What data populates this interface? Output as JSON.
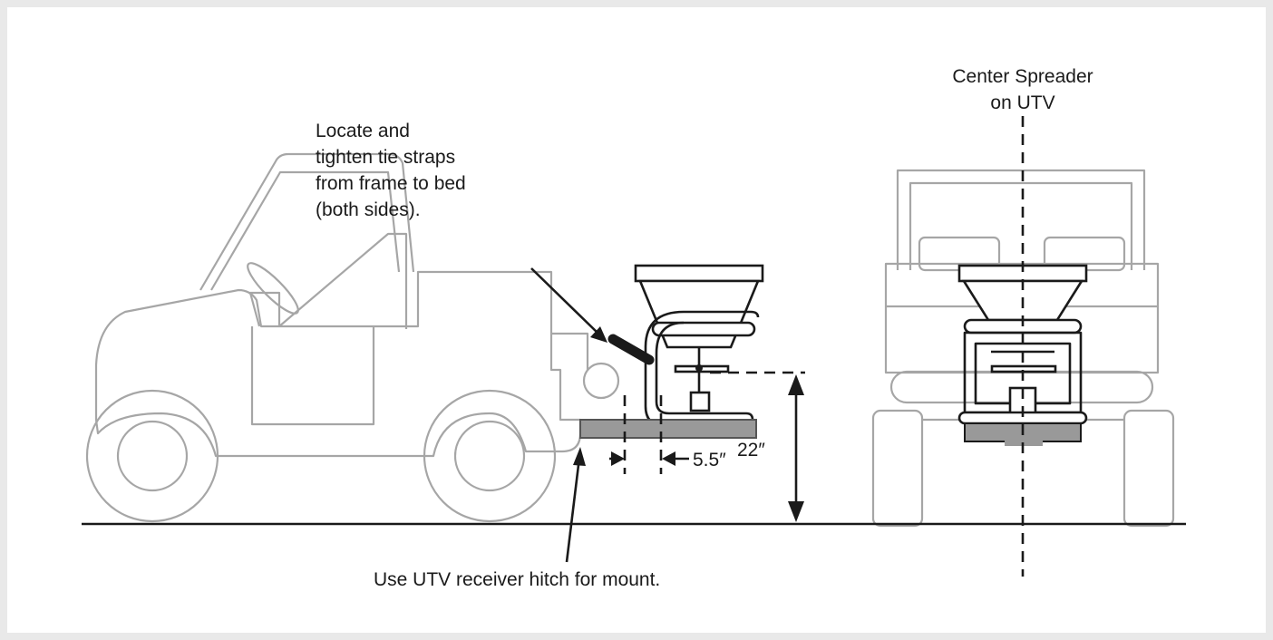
{
  "labels": {
    "tie_straps": [
      "Locate and",
      "tighten tie straps",
      "from frame to bed",
      "(both sides)."
    ],
    "center_spreader": [
      "Center Spreader",
      "on UTV"
    ],
    "receiver_hitch": "Use UTV receiver hitch for mount.",
    "dim_height": "22″",
    "dim_offset": "5.5″"
  },
  "colors": {
    "vehicle_outline": "#a6a6a6",
    "spreader_outline": "#1a1a1a",
    "mount_plate": "#999999"
  }
}
